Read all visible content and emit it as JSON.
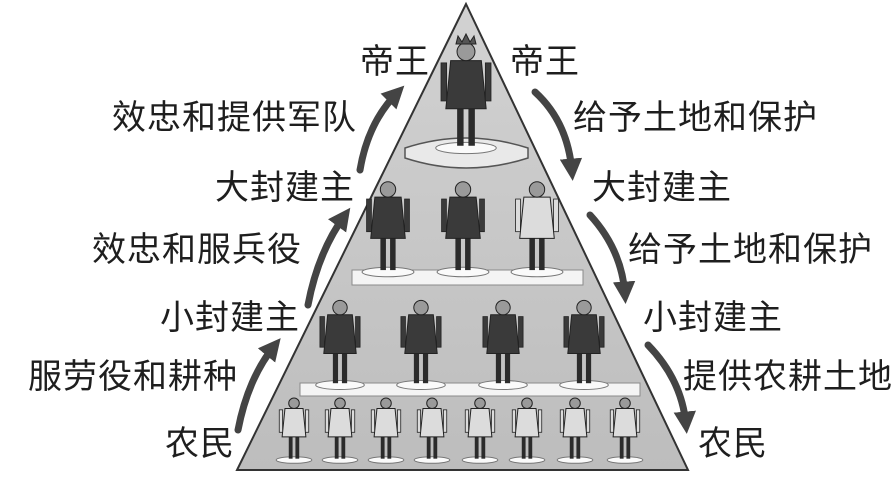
{
  "left": {
    "emperor": "帝王",
    "rel_top": "效忠和提供军队",
    "great_lords": "大封建主",
    "rel_mid": "效忠和服兵役",
    "lesser_lords": "小封建主",
    "rel_bottom": "服劳役和耕种",
    "peasants": "农民"
  },
  "right": {
    "emperor": "帝王",
    "rel_top": "给予土地和保护",
    "great_lords": "大封建主",
    "rel_mid": "给予土地和保护",
    "lesser_lords": "小封建主",
    "rel_bottom": "提供农耕土地",
    "peasants": "农民"
  },
  "tiers": {
    "emperor": 1,
    "great_lords": 3,
    "lesser_lords": 4,
    "peasants": 8
  }
}
